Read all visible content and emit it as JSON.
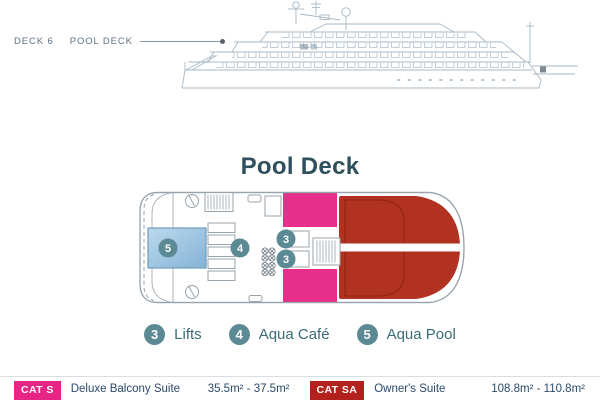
{
  "header": {
    "deck_label": "DECK 6",
    "deck_name": "POOL DECK"
  },
  "plan": {
    "title": "Pool Deck",
    "markers": {
      "pool": "5",
      "cafe": "4",
      "lift_a": "3",
      "lift_b": "3"
    }
  },
  "legend": {
    "items": [
      {
        "number": "3",
        "label": "Lifts"
      },
      {
        "number": "4",
        "label": "Aqua Café"
      },
      {
        "number": "5",
        "label": "Aqua Pool"
      }
    ]
  },
  "footer": {
    "items": [
      {
        "category": "CAT S",
        "name": "Deluxe Balcony Suite",
        "size": "35.5m² - 37.5m²",
        "badge_color": "#e72584"
      },
      {
        "category": "CAT SA",
        "name": "Owner's Suite",
        "size": "108.8m² - 110.8m²",
        "badge_color": "#b3211c"
      }
    ]
  },
  "colors": {
    "suite_pink": "#e82f8b",
    "suite_red": "#b23222",
    "marker_teal": "#5b8994",
    "pool_blue": "#9fc4e0",
    "outline_gray": "#98a3ac"
  }
}
